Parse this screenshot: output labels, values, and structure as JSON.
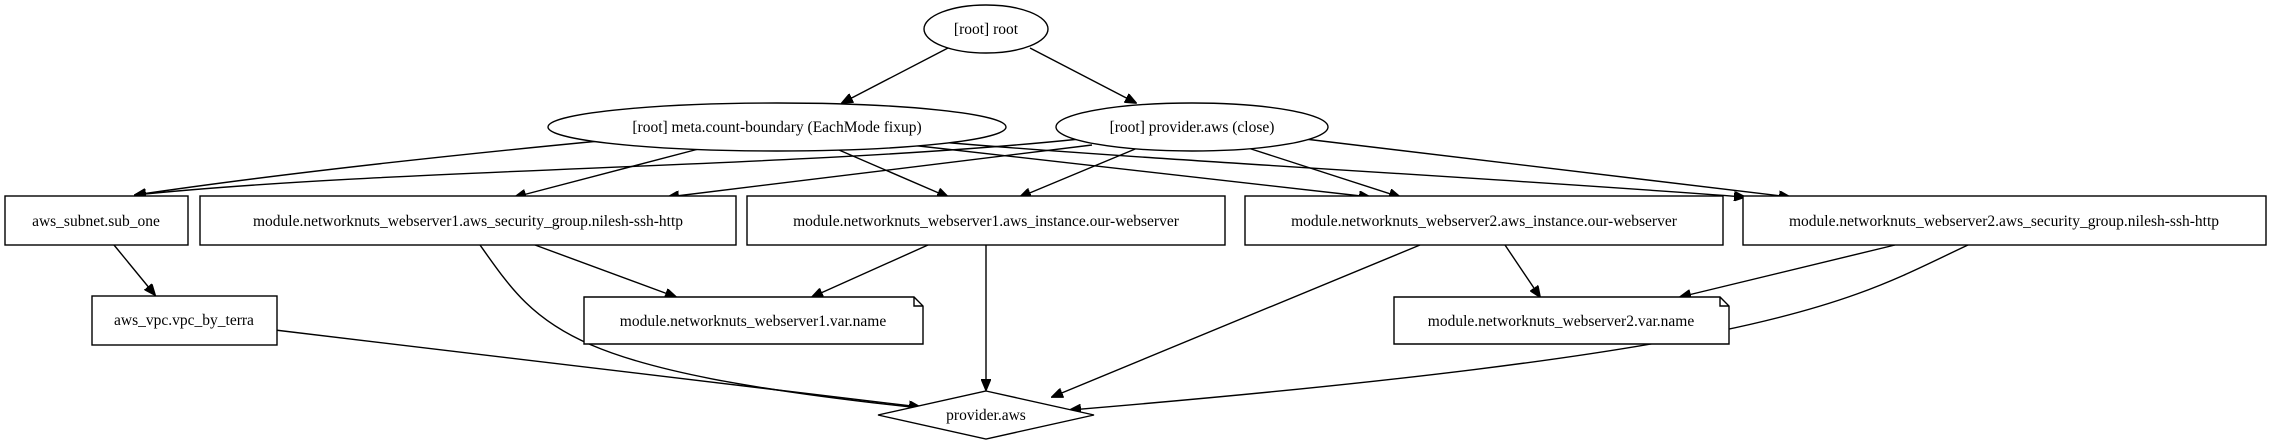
{
  "graph": {
    "nodes": {
      "root": "[root] root",
      "count_boundary": "[root] meta.count-boundary (EachMode fixup)",
      "provider_close": "[root] provider.aws (close)",
      "subnet": "aws_subnet.sub_one",
      "ws1_sg": "module.networknuts_webserver1.aws_security_group.nilesh-ssh-http",
      "ws1_instance": "module.networknuts_webserver1.aws_instance.our-webserver",
      "ws2_instance": "module.networknuts_webserver2.aws_instance.our-webserver",
      "ws2_sg": "module.networknuts_webserver2.aws_security_group.nilesh-ssh-http",
      "vpc": "aws_vpc.vpc_by_terra",
      "ws1_var": "module.networknuts_webserver1.var.name",
      "ws2_var": "module.networknuts_webserver2.var.name",
      "provider": "provider.aws"
    }
  }
}
